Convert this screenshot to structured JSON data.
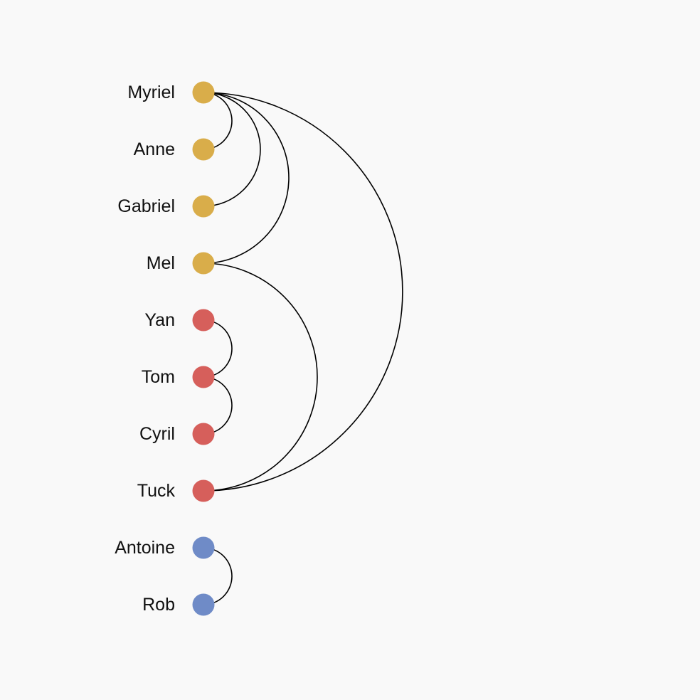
{
  "diagram": {
    "type": "arc-diagram",
    "groups": [
      {
        "id": "group-1",
        "color": "#d9ad4a"
      },
      {
        "id": "group-2",
        "color": "#d65f5b"
      },
      {
        "id": "group-3",
        "color": "#6f8bc7"
      }
    ],
    "nodes": [
      {
        "id": "Myriel",
        "label": "Myriel",
        "group": "group-1",
        "color": "#d9ad4a"
      },
      {
        "id": "Anne",
        "label": "Anne",
        "group": "group-1",
        "color": "#d9ad4a"
      },
      {
        "id": "Gabriel",
        "label": "Gabriel",
        "group": "group-1",
        "color": "#d9ad4a"
      },
      {
        "id": "Mel",
        "label": "Mel",
        "group": "group-1",
        "color": "#d9ad4a"
      },
      {
        "id": "Yan",
        "label": "Yan",
        "group": "group-2",
        "color": "#d65f5b"
      },
      {
        "id": "Tom",
        "label": "Tom",
        "group": "group-2",
        "color": "#d65f5b"
      },
      {
        "id": "Cyril",
        "label": "Cyril",
        "group": "group-2",
        "color": "#d65f5b"
      },
      {
        "id": "Tuck",
        "label": "Tuck",
        "group": "group-2",
        "color": "#d65f5b"
      },
      {
        "id": "Antoine",
        "label": "Antoine",
        "group": "group-3",
        "color": "#6f8bc7"
      },
      {
        "id": "Rob",
        "label": "Rob",
        "group": "group-3",
        "color": "#6f8bc7"
      }
    ],
    "links": [
      {
        "source": "Myriel",
        "target": "Anne"
      },
      {
        "source": "Myriel",
        "target": "Gabriel"
      },
      {
        "source": "Myriel",
        "target": "Mel"
      },
      {
        "source": "Myriel",
        "target": "Tuck"
      },
      {
        "source": "Mel",
        "target": "Tuck"
      },
      {
        "source": "Yan",
        "target": "Tom"
      },
      {
        "source": "Tom",
        "target": "Cyril"
      },
      {
        "source": "Antoine",
        "target": "Rob"
      }
    ],
    "background_color": "#f9f9f9",
    "link_color": "#000000"
  }
}
